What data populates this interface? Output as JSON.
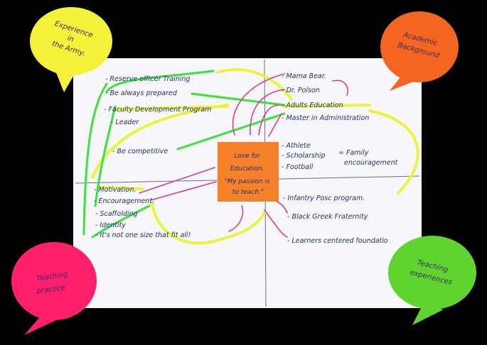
{
  "bubbles": {
    "army": {
      "lines": [
        "Experience",
        "in",
        "the Army."
      ],
      "color": "#f5f23a"
    },
    "academic": {
      "lines": [
        "Academic",
        "Background"
      ],
      "color": "#f4661f"
    },
    "practice": {
      "lines": [
        "Teaching",
        "practice"
      ],
      "color": "#ff1f6a"
    },
    "experiences": {
      "lines": [
        "Teaching",
        "experiences"
      ],
      "color": "#5fd42e"
    }
  },
  "center_note": {
    "lines": [
      "Love for",
      "Education.",
      "\"My passion is",
      "to teach.\""
    ],
    "color": "#f5812a"
  },
  "left_top": [
    "- Reserve officer Training",
    "- Be always prepared",
    "- Faculty Development Program",
    "- Leader",
    "- Be competitive"
  ],
  "right_top": [
    "- Mama Bear.",
    "- Dr. Polson",
    "- Adults Education",
    "- Master in Administration",
    "- Athlete",
    "- Scholarship",
    "- Football"
  ],
  "family_note": [
    "= Family",
    "encouragement"
  ],
  "left_bottom": [
    "- Motivation.",
    "- Encouragement.",
    "- Scaffolding",
    "- Identity",
    "- It's not one size that fit all!"
  ],
  "right_bottom": [
    "- Infantry Posc program.",
    "- Black Greek Fraternity",
    "- Learners centered foundatio"
  ],
  "colors": {
    "highlighter_yellow": "#e9f53c",
    "highlighter_green": "#39e33b",
    "pen_pink": "#e23a8a",
    "ink": "#23306b"
  }
}
